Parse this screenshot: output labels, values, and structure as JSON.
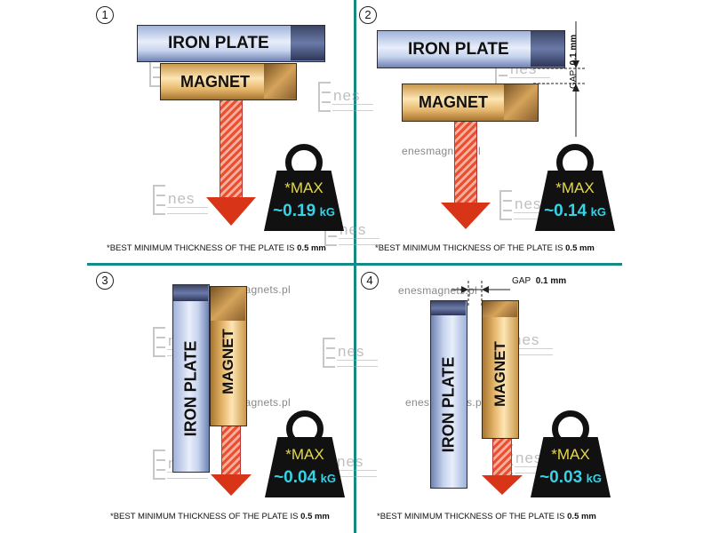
{
  "panels": [
    {
      "number": "1",
      "plate_label": "IRON PLATE",
      "magnet_label": "MAGNET",
      "max_label": "*MAX",
      "value": "~0.19",
      "unit": "kG"
    },
    {
      "number": "2",
      "plate_label": "IRON PLATE",
      "magnet_label": "MAGNET",
      "max_label": "*MAX",
      "value": "~0.14",
      "unit": "kG",
      "gap_label": "GAP",
      "gap_value": "0.1 mm"
    },
    {
      "number": "3",
      "plate_label": "IRON  PLATE",
      "magnet_label": "MAGNET",
      "max_label": "*MAX",
      "value": "~0.04",
      "unit": "kG"
    },
    {
      "number": "4",
      "plate_label": "IRON PLATE",
      "magnet_label": "MAGNET",
      "max_label": "*MAX",
      "value": "~0.03",
      "unit": "kG",
      "gap_label": "GAP",
      "gap_value": "0.1 mm"
    }
  ],
  "note": {
    "text": "*BEST MINIMUM THICKNESS OF THE PLATE IS ",
    "value": "0.5 mm"
  },
  "watermark": {
    "logo_text": "nes",
    "url": "enesmagnets.pl"
  },
  "colors": {
    "divider": "#138a86",
    "max_text": "#e6d94a",
    "value_text": "#38d2e6",
    "arrow": "#d83418"
  }
}
